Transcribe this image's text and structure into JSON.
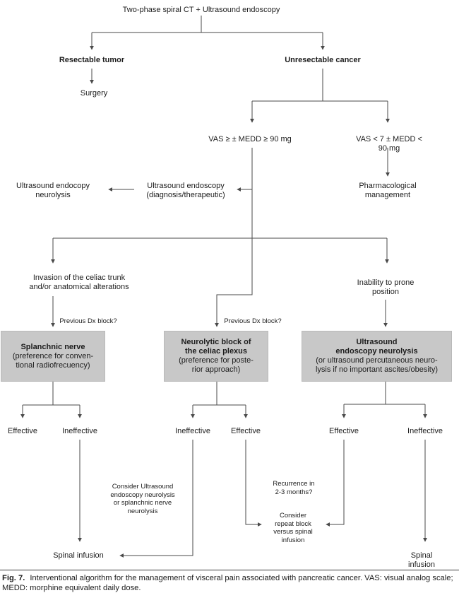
{
  "colors": {
    "background": "#ffffff",
    "line": "#4a4a4a",
    "text": "#1c1c1c",
    "box_fill": "#c8c8c8"
  },
  "nodes": {
    "root": "Two-phase spiral CT + Ultrasound endoscopy",
    "resectable": "Resectable tumor",
    "unresectable": "Unresectable cancer",
    "surgery": "Surgery",
    "vas_high": "VAS ≥ ± MEDD ≥ 90 mg",
    "vas_low": "VAS < 7 ± MEDD < 90 mg",
    "ue_neurolysis": "Ultrasound endocopy\nneurolysis",
    "ue_diagnostic": "Ultrasound endoscopy\n(diagnosis/therapeutic)",
    "pharmacological": "Pharmacological\nmanagement",
    "invasion": "Invasion of the celiac trunk\nand/or anatomical alterations",
    "inability": "Inability to prone position",
    "previous_dx_left": "Previous Dx block?",
    "previous_dx_center": "Previous Dx block?",
    "box_splanchnic": {
      "title": "Splanchnic nerve",
      "detail": "(preference for conven-\ntional radiofrecuency)"
    },
    "box_neurolytic": {
      "title": "Neurolytic block of\nthe celiac plexus",
      "detail": "(preference for poste-\nrior approach)"
    },
    "box_ultrasound": {
      "title": "Ultrasound\nendoscopy neurolysis",
      "detail": "(or ultrasound percutaneous neuro-\nlysis if no important ascites/obesity)"
    },
    "outcome_left_effective": "Effective",
    "outcome_left_ineffective": "Ineffective",
    "outcome_center_ineffective": "Ineffective",
    "outcome_center_effective": "Effective",
    "outcome_right_effective": "Effective",
    "outcome_right_ineffective": "Ineffective",
    "consider_ue": "Consider Ultrasound\nendoscopy neurolysis\nor splanchnic nerve\nneurolysis",
    "recurrence": "Recurrence in\n2-3 months?",
    "consider_repeat": "Consider\nrepeat block\nversus spinal\ninfusion",
    "spinal_left": "Spinal infusion",
    "spinal_right": "Spinal infusion"
  },
  "caption": {
    "label": "Fig. 7.",
    "text": "Interventional algorithm for the management of visceral pain associated with pancreatic cancer. VAS: visual analog scale; MEDD: morphine equivalent daily dose."
  }
}
